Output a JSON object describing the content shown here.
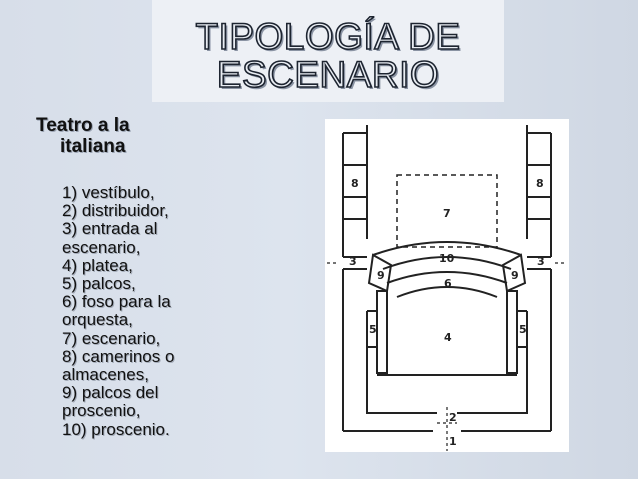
{
  "slide": {
    "title_line1": "TIPOLOGÍA DE",
    "title_line2": "ESCENARIO",
    "heading_line1": "Teatro a la",
    "heading_line2": "italiana",
    "legend": [
      "1) vestíbulo,",
      "2) distribuidor,",
      "3) entrada al",
      "escenario,",
      "4) platea,",
      "5) palcos,",
      "6) foso para la",
      "orquesta,",
      "7) escenario,",
      "8) camerinos o",
      "almacenes,",
      "9) palcos del",
      "proscenio,",
      "10) proscenio."
    ]
  },
  "plan": {
    "labels": {
      "n1": "1",
      "n2": "2",
      "n3": "3",
      "n4": "4",
      "n5": "5",
      "n6": "6",
      "n7": "7",
      "n8": "8",
      "n9": "9",
      "n10": "10"
    }
  }
}
